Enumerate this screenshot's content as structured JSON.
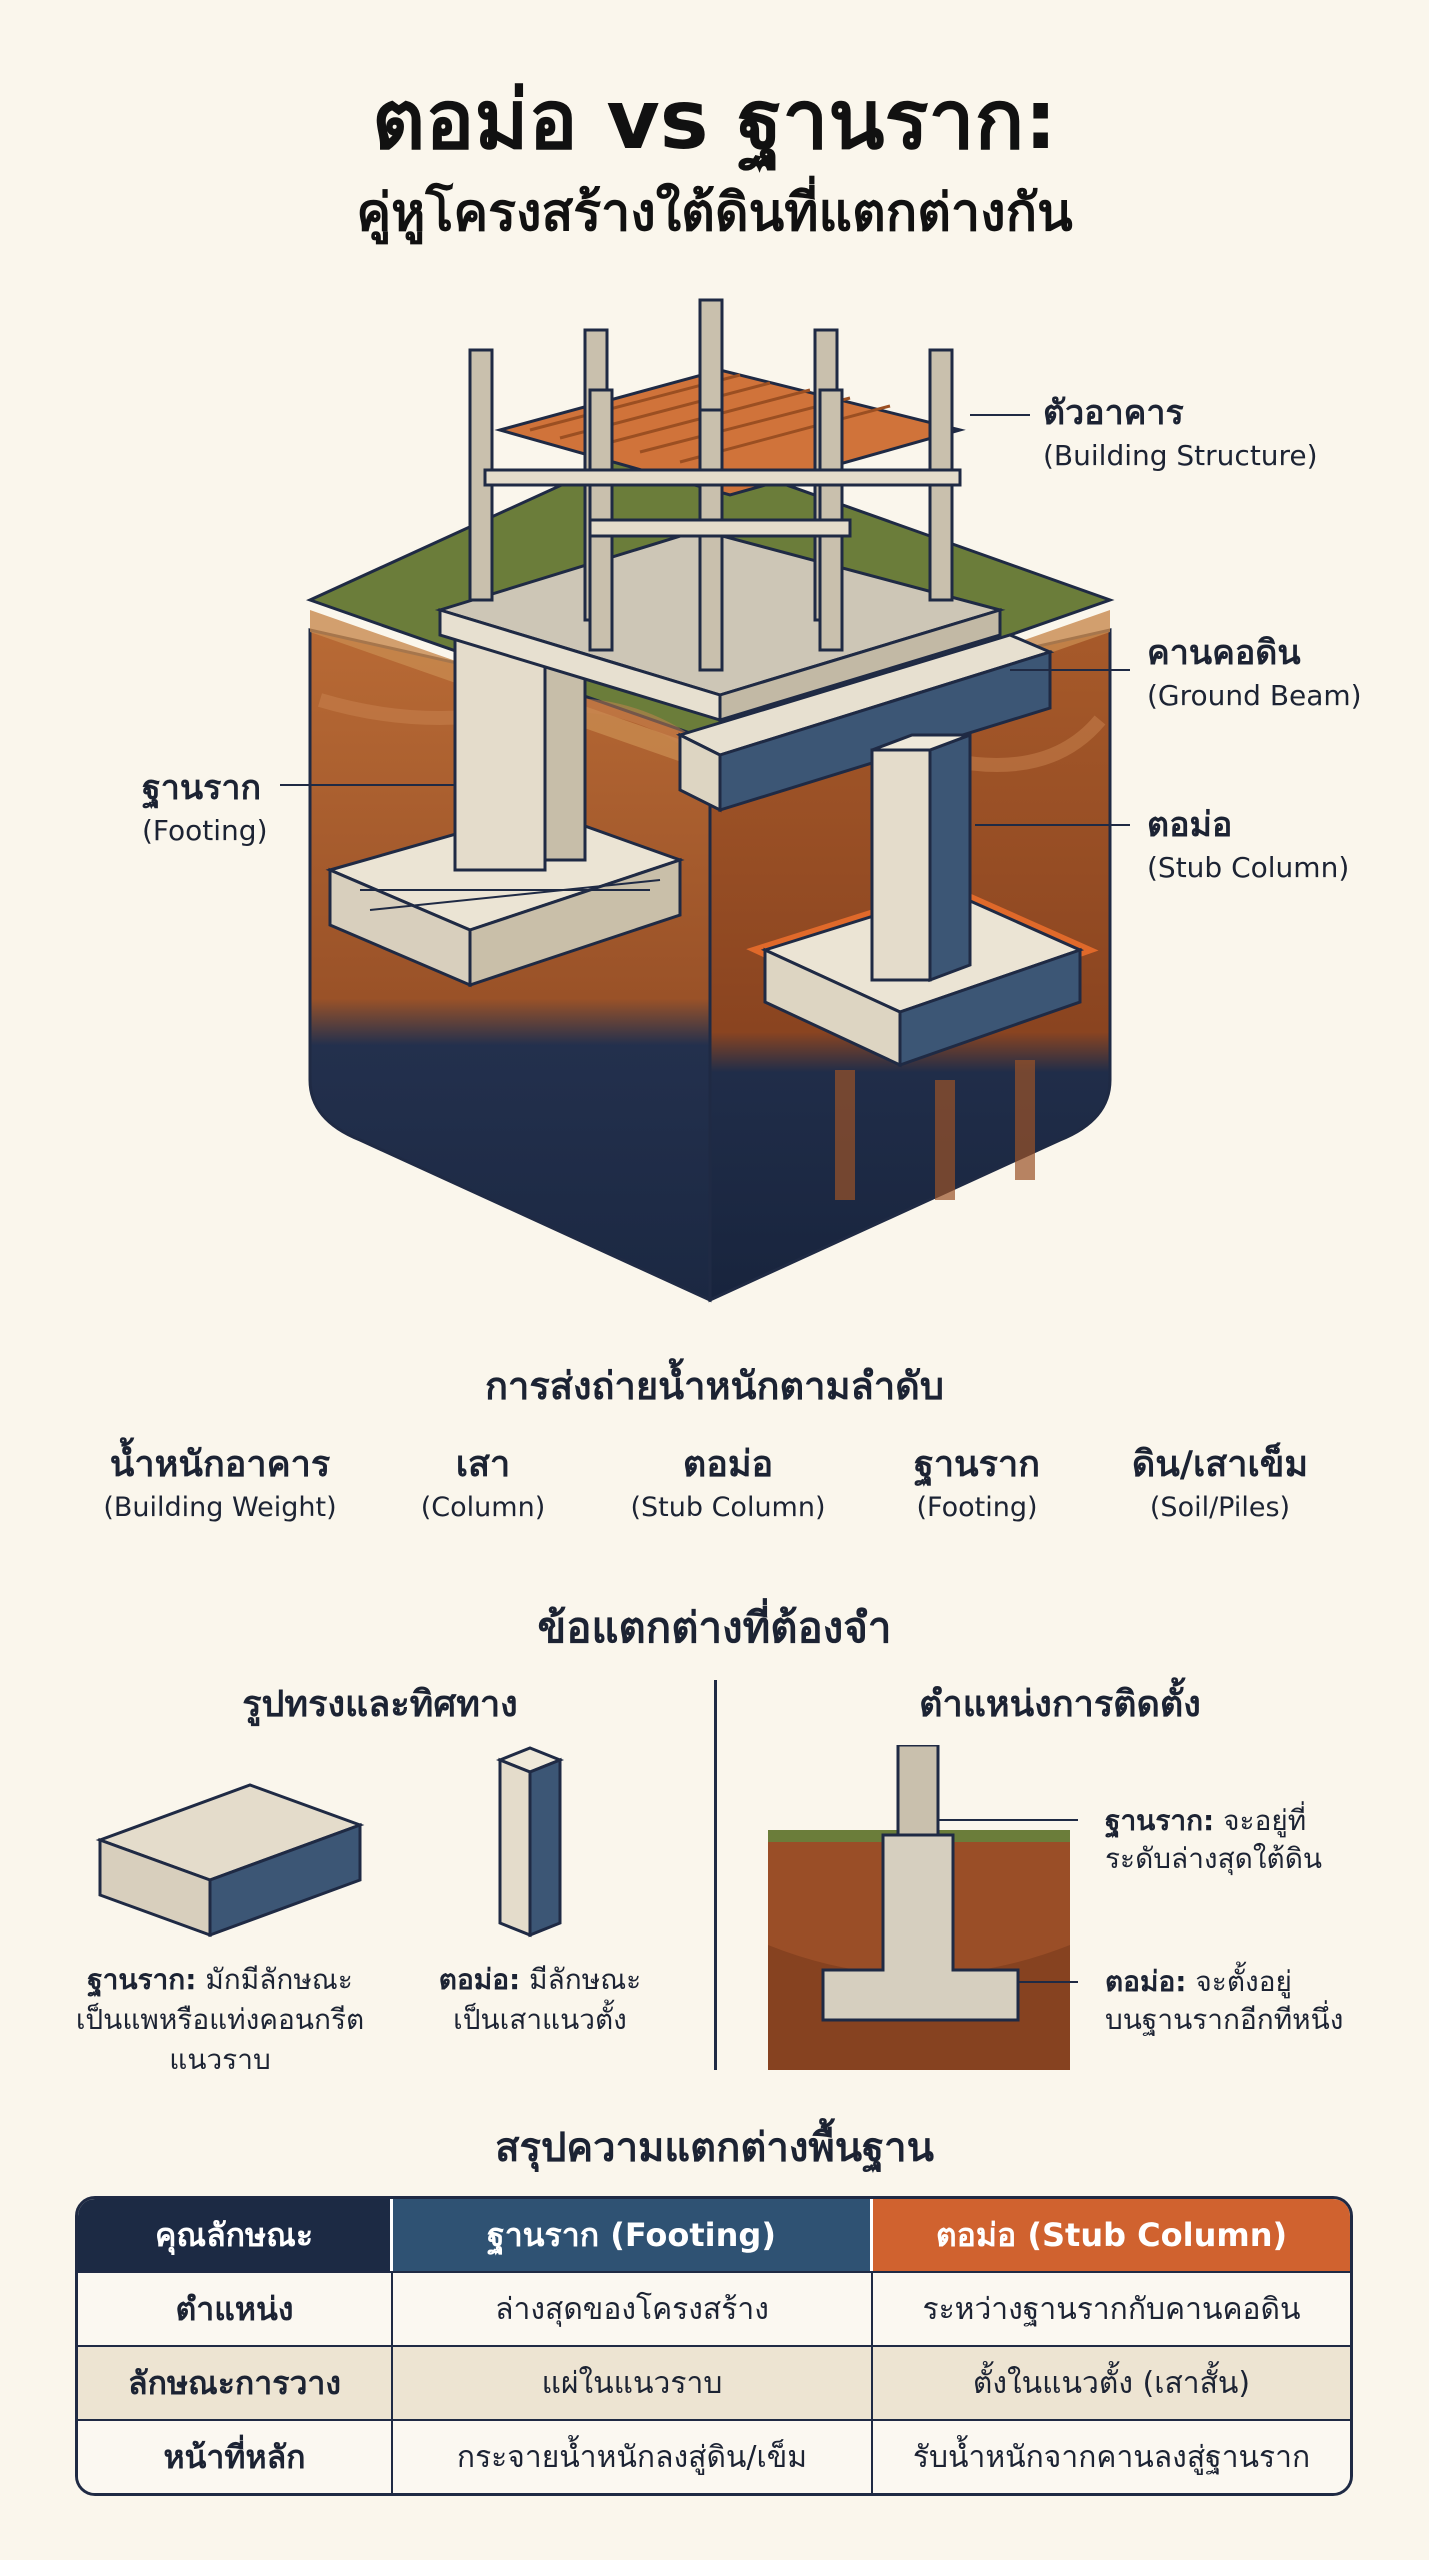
{
  "header": {
    "title": "ตอม่อ vs ฐานราก:",
    "subtitle": "คู่หูโครงสร้างใต้ดินที่แตกต่างกัน"
  },
  "diagram": {
    "labels": {
      "building": {
        "th": "ตัวอาคาร",
        "en": "(Building Structure)"
      },
      "ground_beam": {
        "th": "คานคอดิน",
        "en": "(Ground Beam)"
      },
      "stub_column": {
        "th": "ตอม่อ",
        "en": "(Stub Column)"
      },
      "footing": {
        "th": "ฐานราก",
        "en": "(Footing)"
      }
    },
    "colors": {
      "concrete": "#e4dccb",
      "steel_blue": "#3c5675",
      "outline": "#1f2a44",
      "soil": "#a85e2c",
      "soil_dark": "#1f2e4a",
      "grass": "#6b7d3a",
      "wood": "#c8703a",
      "highlight": "#e0692a"
    }
  },
  "load_path": {
    "title": "การส่งถ่ายน้ำหนักตามลำดับ",
    "items": [
      {
        "th": "น้ำหนักอาคาร",
        "en": "(Building Weight)"
      },
      {
        "th": "เสา",
        "en": "(Column)"
      },
      {
        "th": "ตอม่อ",
        "en": "(Stub Column)"
      },
      {
        "th": "ฐานราก",
        "en": "(Footing)"
      },
      {
        "th": "ดิน/เสาเข็ม",
        "en": "(Soil/Piles)"
      }
    ]
  },
  "differences": {
    "title": "ข้อแตกต่างที่ต้องจำ",
    "shape": {
      "title": "รูปทรงและทิศทาง",
      "footing_term": "ฐานราก:",
      "footing_line1": "มักมีลักษณะ",
      "footing_line2": "เป็นแพหรือแท่งคอนกรีต",
      "footing_line3": "แนวราบ",
      "stub_term": "ตอม่อ:",
      "stub_line1": "มีลักษณะ",
      "stub_line2": "เป็นเสาแนวตั้ง"
    },
    "position": {
      "title": "ตำแหน่งการติดตั้ง",
      "footing_term": "ฐานราก:",
      "footing_line1": "จะอยู่ที่",
      "footing_line2": "ระดับล่างสุดใต้ดิน",
      "stub_term": "ตอม่อ:",
      "stub_line1": "จะตั้งอยู่",
      "stub_line2": "บนฐานรากอีกทีหนึ่ง"
    }
  },
  "summary": {
    "title": "สรุปความแตกต่างพื้นฐาน",
    "headers": [
      "คุณลักษณะ",
      "ฐานราก (Footing)",
      "ตอม่อ (Stub Column)"
    ],
    "header_colors": [
      "#1c2a44",
      "#2f5273",
      "#d0622f"
    ],
    "rows": [
      [
        "ตำแหน่ง",
        "ล่างสุดของโครงสร้าง",
        "ระหว่างฐานรากกับคานคอดิน"
      ],
      [
        "ลักษณะการวาง",
        "แผ่ในแนวราบ",
        "ตั้งในแนวตั้ง (เสาสั้น)"
      ],
      [
        "หน้าที่หลัก",
        "กระจายน้ำหนักลงสู่ดิน/เข็ม",
        "รับน้ำหนักจากคานลงสู่ฐานราก"
      ]
    ]
  }
}
